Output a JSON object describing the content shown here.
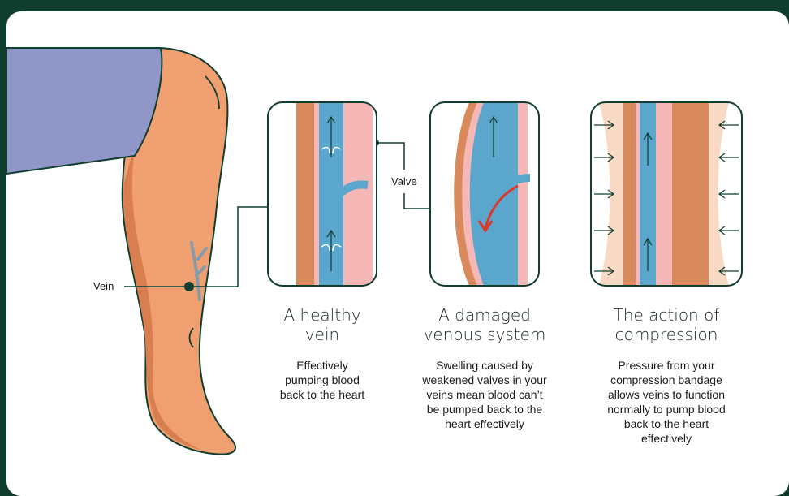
{
  "labels": {
    "vein": "Vein",
    "valve": "Valve"
  },
  "panels": [
    {
      "title_lines": [
        "A healthy",
        "vein"
      ],
      "desc_lines": [
        "Effectively",
        "pumping blood",
        "back to the heart"
      ]
    },
    {
      "title_lines": [
        "A damaged",
        "venous system"
      ],
      "desc_lines": [
        "Swelling caused by",
        "weakened valves in your",
        "veins mean blood can’t",
        "be pumped back to the",
        "heart effectively"
      ]
    },
    {
      "title_lines": [
        "The action of",
        "compression"
      ],
      "desc_lines": [
        "Pressure from your",
        "compression bandage",
        "allows veins to function",
        "normally to pump blood",
        "back to the heart",
        "effectively"
      ]
    }
  ],
  "colors": {
    "background": "#0f3d2e",
    "card": "#ffffff",
    "skin": "#f0a070",
    "skin_dark": "#d97e4e",
    "garment": "#9196c8",
    "vein_blue": "#5aa6cc",
    "vein_pink": "#f6b7b7",
    "muscle": "#d98a5c",
    "bandage": "#f8d9c3",
    "outline": "#0f3d2e",
    "arrow_red": "#d93a2b"
  }
}
